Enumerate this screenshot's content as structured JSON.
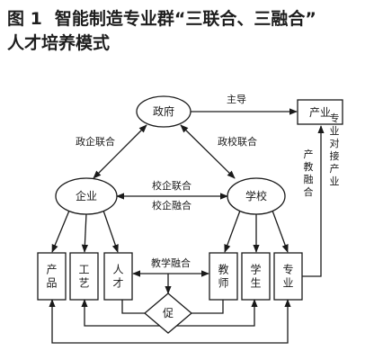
{
  "figure": {
    "number": "图 1",
    "title_line1": "智能制造专业群“三联合、三融合”",
    "title_line2": "人才培养模式"
  },
  "nodes": {
    "government": "政府",
    "enterprise": "企业",
    "school": "学校",
    "industry": "产业",
    "product": "产品",
    "craft": "工艺",
    "talent": "人才",
    "teacher": "教师",
    "student": "学生",
    "major": "专业",
    "promote": "促"
  },
  "edges": {
    "lead": "主导",
    "gov_ent": "政企联合",
    "gov_school": "政校联合",
    "school_ent_union": "校企联合",
    "school_ent_fusion": "校企融合",
    "teach_fusion": "教学融合",
    "ind_edu_fusion": "产教融合",
    "major_dock": "专业对接产业"
  }
}
